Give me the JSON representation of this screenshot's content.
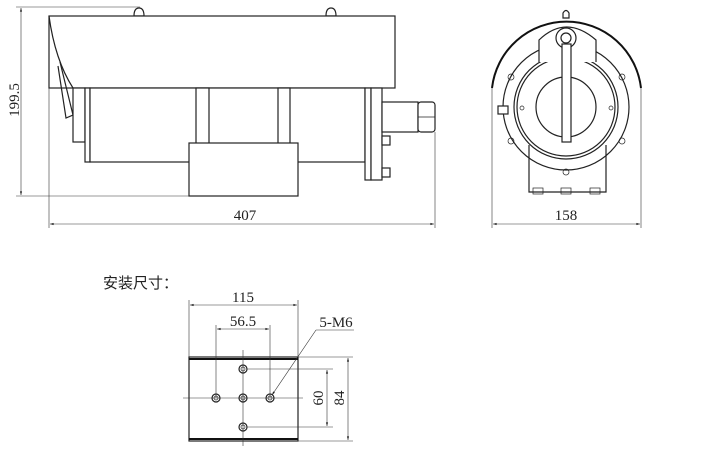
{
  "side_view": {
    "height_dim": "199.5",
    "length_dim": "407"
  },
  "front_view": {
    "width_dim": "158"
  },
  "mounting": {
    "title": "安装尺寸：",
    "width_dim": "115",
    "hole_spacing_h": "56.5",
    "hole_spec": "5-M6",
    "hole_spacing_v": "60",
    "depth_dim": "84"
  }
}
